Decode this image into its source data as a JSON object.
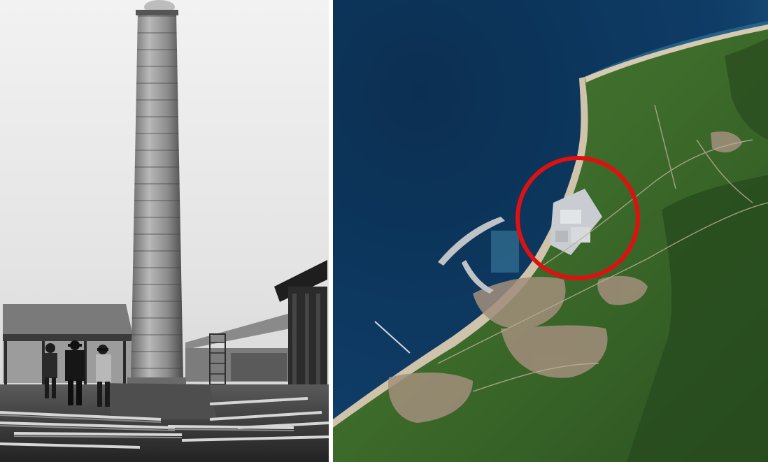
{
  "layout": {
    "panels": [
      {
        "id": "left",
        "kind": "historical-photo",
        "tone": "black-and-white"
      },
      {
        "id": "right",
        "kind": "satellite-image",
        "highlight": "red-circle"
      }
    ]
  },
  "colors": {
    "sea_deep": "#0c3358",
    "sea_shallow": "#2f6b8e",
    "land_green": "#3f6b2d",
    "land_dark": "#2c4f21",
    "beach": "#cbbfa8",
    "urban": "#9b8a7a",
    "highlight_circle": "#e01010",
    "photo_sky": "#ececec",
    "photo_ground": "#3a3a3a"
  }
}
